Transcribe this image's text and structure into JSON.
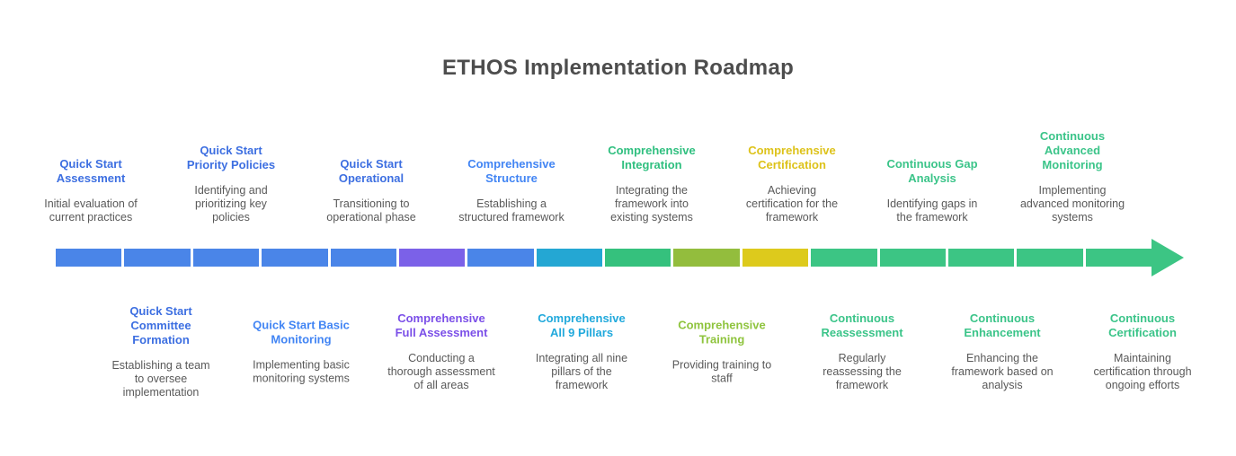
{
  "page": {
    "title": "ETHOS Implementation Roadmap",
    "title_color": "#4d4d4d",
    "background": "#ffffff"
  },
  "timeline": {
    "arrow_color": "#3cc584",
    "segments": [
      "#4a85e8",
      "#4a85e8",
      "#4a85e8",
      "#4a85e8",
      "#4a85e8",
      "#7b61e8",
      "#4a85e8",
      "#24a7d3",
      "#35c17d",
      "#93bd3d",
      "#ddca1c",
      "#3cc584",
      "#3cc584",
      "#3cc584",
      "#3cc584",
      "#3cc584"
    ],
    "milestones": [
      {
        "side": "top",
        "title": "Quick Start Assessment",
        "description": "Initial evaluation of current practices",
        "color": "#3d6fe1"
      },
      {
        "side": "bottom",
        "title": "Quick Start Committee Formation",
        "description": "Establishing a team to oversee implementation",
        "color": "#3d6fe1"
      },
      {
        "side": "top",
        "title": "Quick Start Priority Policies",
        "description": "Identifying and prioritizing key policies",
        "color": "#3d6fe1"
      },
      {
        "side": "bottom",
        "title": "Quick Start Basic Monitoring",
        "description": "Implementing basic monitoring systems",
        "color": "#4285f4"
      },
      {
        "side": "top",
        "title": "Quick Start Operational",
        "description": "Transitioning to operational phase",
        "color": "#3d6fe1"
      },
      {
        "side": "bottom",
        "title": "Comprehensive Full Assessment",
        "description": "Conducting a thorough assessment of all areas",
        "color": "#7b4fe8"
      },
      {
        "side": "top",
        "title": "Comprehensive Structure",
        "description": "Establishing a structured framework",
        "color": "#4285f4"
      },
      {
        "side": "bottom",
        "title": "Comprehensive All 9 Pillars",
        "description": "Integrating all nine pillars of the framework",
        "color": "#21a9dc"
      },
      {
        "side": "top",
        "title": "Comprehensive Integration",
        "description": "Integrating the framework into existing systems",
        "color": "#2fbf7f"
      },
      {
        "side": "bottom",
        "title": "Comprehensive Training",
        "description": "Providing training to staff",
        "color": "#8fc43e"
      },
      {
        "side": "top",
        "title": "Comprehensive Certification",
        "description": "Achieving certification for the framework",
        "color": "#ddc219"
      },
      {
        "side": "bottom",
        "title": "Continuous Reassessment",
        "description": "Regularly reassessing the framework",
        "color": "#3bc489"
      },
      {
        "side": "top",
        "title": "Continuous Gap Analysis",
        "description": "Identifying gaps in the framework",
        "color": "#3bc489"
      },
      {
        "side": "bottom",
        "title": "Continuous Enhancement",
        "description": "Enhancing the framework based on analysis",
        "color": "#3bc489"
      },
      {
        "side": "top",
        "title": "Continuous Advanced Monitoring",
        "description": "Implementing advanced monitoring systems",
        "color": "#3bc489"
      },
      {
        "side": "bottom",
        "title": "Continuous Certification",
        "description": "Maintaining certification through ongoing efforts",
        "color": "#3bc489"
      }
    ]
  }
}
